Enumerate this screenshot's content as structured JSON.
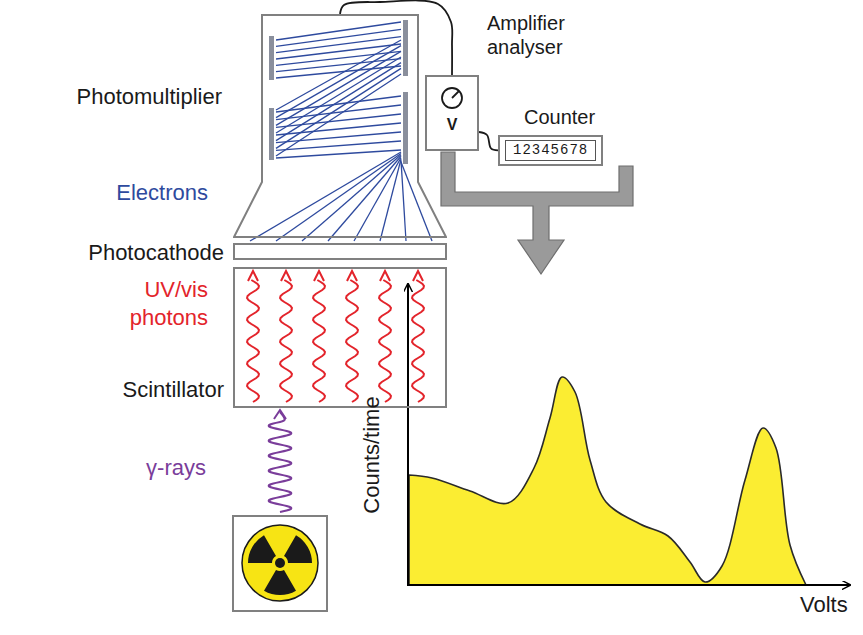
{
  "diagram": {
    "nodes": [
      {
        "text": [
          "Photomultiplier"
        ]
      },
      {
        "text": [
          "Photocathode"
        ]
      },
      {
        "text": [
          "Scintillator"
        ]
      },
      {
        "text": [
          "Amplifier analyser",
          "V"
        ]
      },
      {
        "text": [
          "Counter"
        ]
      },
      {
        "text": [
          "12345678"
        ],
        "in": 4
      }
    ],
    "edges": [
      {
        "from": 0,
        "to": 3,
        "arrow": "none"
      },
      {
        "from": 3,
        "to": 4,
        "arrow": "none"
      }
    ],
    "labels": [
      "Electrons",
      "UV/vis photons",
      "γ-rays",
      "Counts/time",
      "Volts"
    ]
  }
}
